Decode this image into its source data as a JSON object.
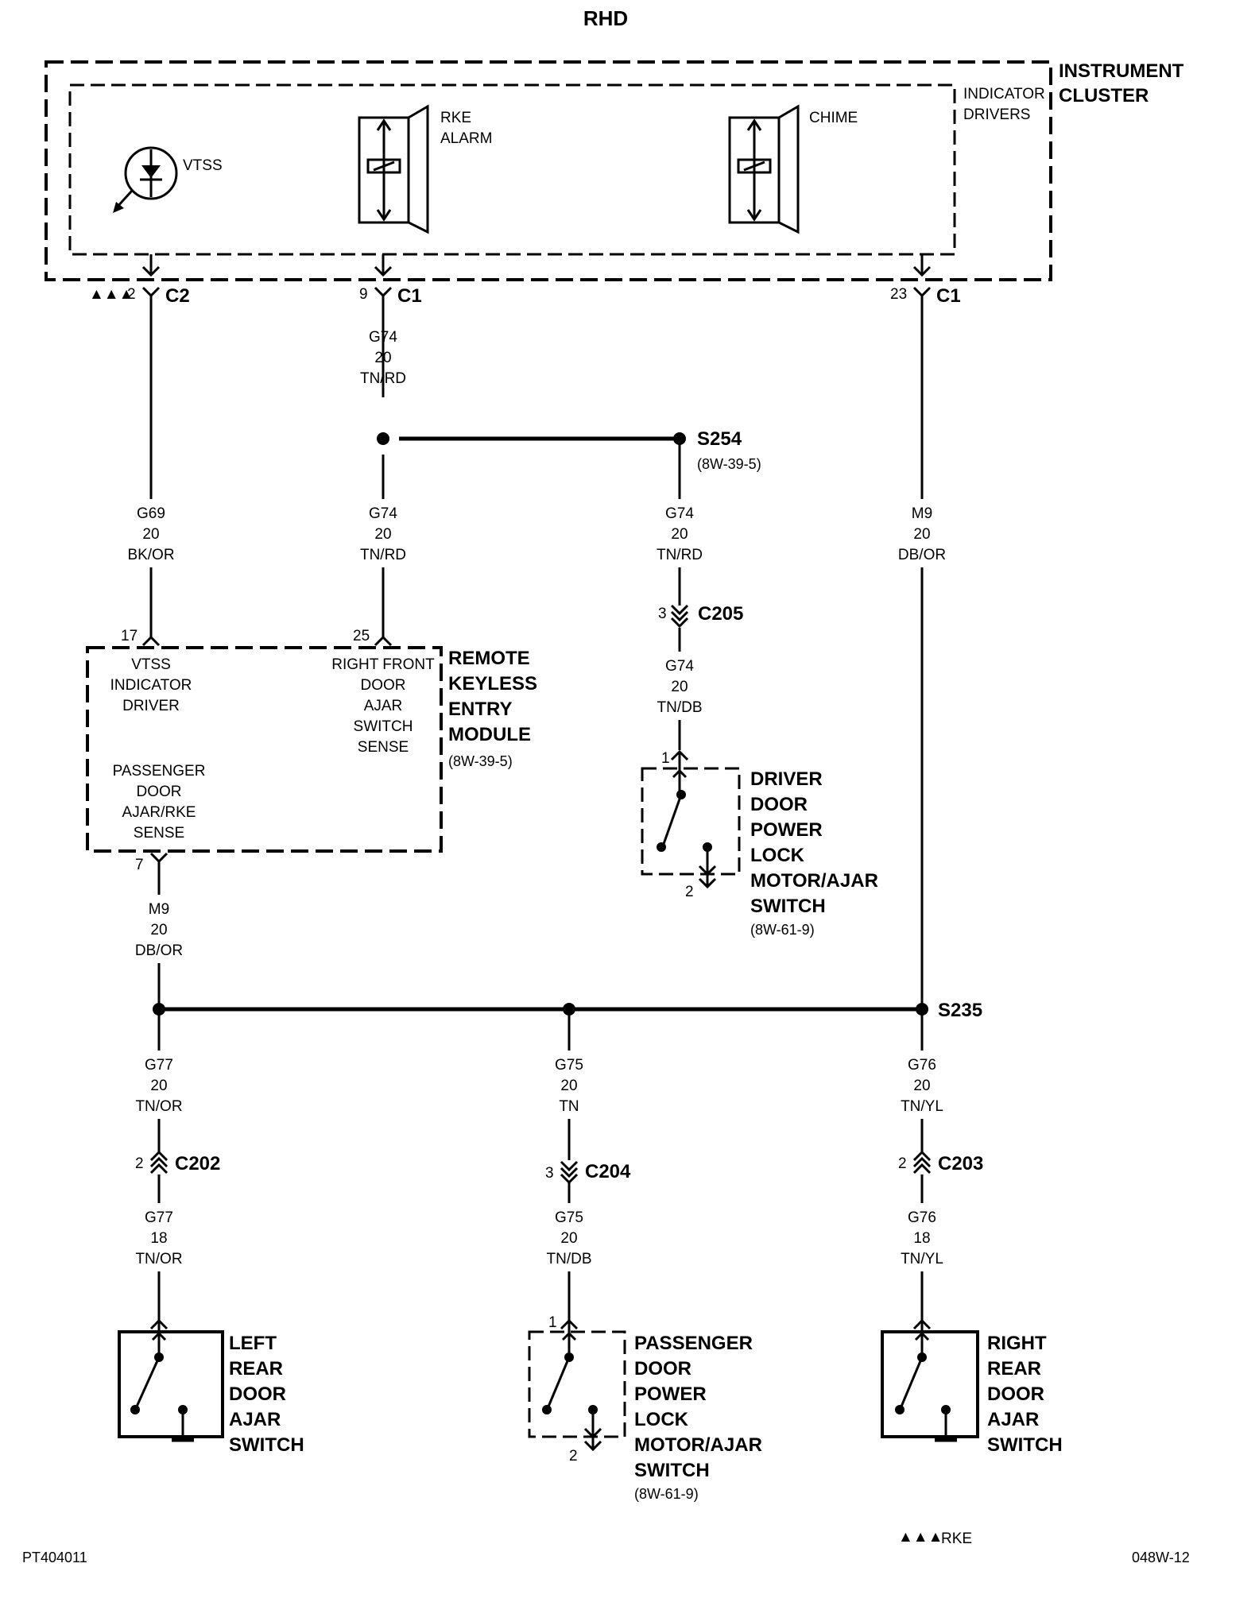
{
  "header": {
    "title": "RHD"
  },
  "instrument_cluster": {
    "label": [
      "INSTRUMENT",
      "CLUSTER"
    ],
    "indicator_drivers": [
      "INDICATOR",
      "DRIVERS"
    ],
    "vtss": "VTSS",
    "rke_alarm": [
      "RKE",
      "ALARM"
    ],
    "chime": "CHIME"
  },
  "connectors": {
    "c2_left": {
      "pin": "2",
      "name": "C2",
      "marker": "▲▲▲"
    },
    "c1_mid": {
      "pin": "9",
      "name": "C1"
    },
    "c1_right": {
      "pin": "23",
      "name": "C1"
    },
    "c205": {
      "pin": "3",
      "name": "C205"
    },
    "c202": {
      "pin": "2",
      "name": "C202"
    },
    "c204": {
      "pin": "3",
      "name": "C204"
    },
    "c203": {
      "pin": "2",
      "name": "C203"
    }
  },
  "splices": {
    "s254": {
      "name": "S254",
      "ref": "(8W-39-5)"
    },
    "s235": {
      "name": "S235"
    }
  },
  "wires": {
    "g74_top": [
      "G74",
      "20",
      "TN/RD"
    ],
    "g69": [
      "G69",
      "20",
      "BK/OR"
    ],
    "g74_mid": [
      "G74",
      "20",
      "TN/RD"
    ],
    "g74_s254": [
      "G74",
      "20",
      "TN/RD"
    ],
    "g74_tndb": [
      "G74",
      "20",
      "TN/DB"
    ],
    "m9_right": [
      "M9",
      "20",
      "DB/OR"
    ],
    "m9_left": [
      "M9",
      "20",
      "DB/OR"
    ],
    "g77_top": [
      "G77",
      "20",
      "TN/OR"
    ],
    "g77_bot": [
      "G77",
      "18",
      "TN/OR"
    ],
    "g75_top": [
      "G75",
      "20",
      "TN"
    ],
    "g75_bot": [
      "G75",
      "20",
      "TN/DB"
    ],
    "g76_top": [
      "G76",
      "20",
      "TN/YL"
    ],
    "g76_bot": [
      "G76",
      "18",
      "TN/YL"
    ]
  },
  "rke_module": {
    "label": [
      "REMOTE",
      "KEYLESS",
      "ENTRY",
      "MODULE"
    ],
    "ref": "(8W-39-5)",
    "pin17": "17",
    "pin25": "25",
    "pin7": "7",
    "vtss_driver": [
      "VTSS",
      "INDICATOR",
      "DRIVER"
    ],
    "rf_sense": [
      "RIGHT FRONT",
      "DOOR",
      "AJAR",
      "SWITCH",
      "SENSE"
    ],
    "pass_sense": [
      "PASSENGER",
      "DOOR",
      "AJAR/RKE",
      "SENSE"
    ]
  },
  "driver_door": {
    "label": [
      "DRIVER",
      "DOOR",
      "POWER",
      "LOCK",
      "MOTOR/AJAR",
      "SWITCH"
    ],
    "ref": "(8W-61-9)",
    "pin1": "1",
    "pin2": "2"
  },
  "left_rear": {
    "label": [
      "LEFT",
      "REAR",
      "DOOR",
      "AJAR",
      "SWITCH"
    ]
  },
  "passenger_door": {
    "label": [
      "PASSENGER",
      "DOOR",
      "POWER",
      "LOCK",
      "MOTOR/AJAR",
      "SWITCH"
    ],
    "ref": "(8W-61-9)",
    "pin1": "1",
    "pin2": "2"
  },
  "right_rear": {
    "label": [
      "RIGHT",
      "REAR",
      "DOOR",
      "AJAR",
      "SWITCH"
    ]
  },
  "legend": {
    "marker": "▲▲▲",
    "text": "RKE"
  },
  "footer": {
    "left": "PT404011",
    "right": "048W-12"
  }
}
